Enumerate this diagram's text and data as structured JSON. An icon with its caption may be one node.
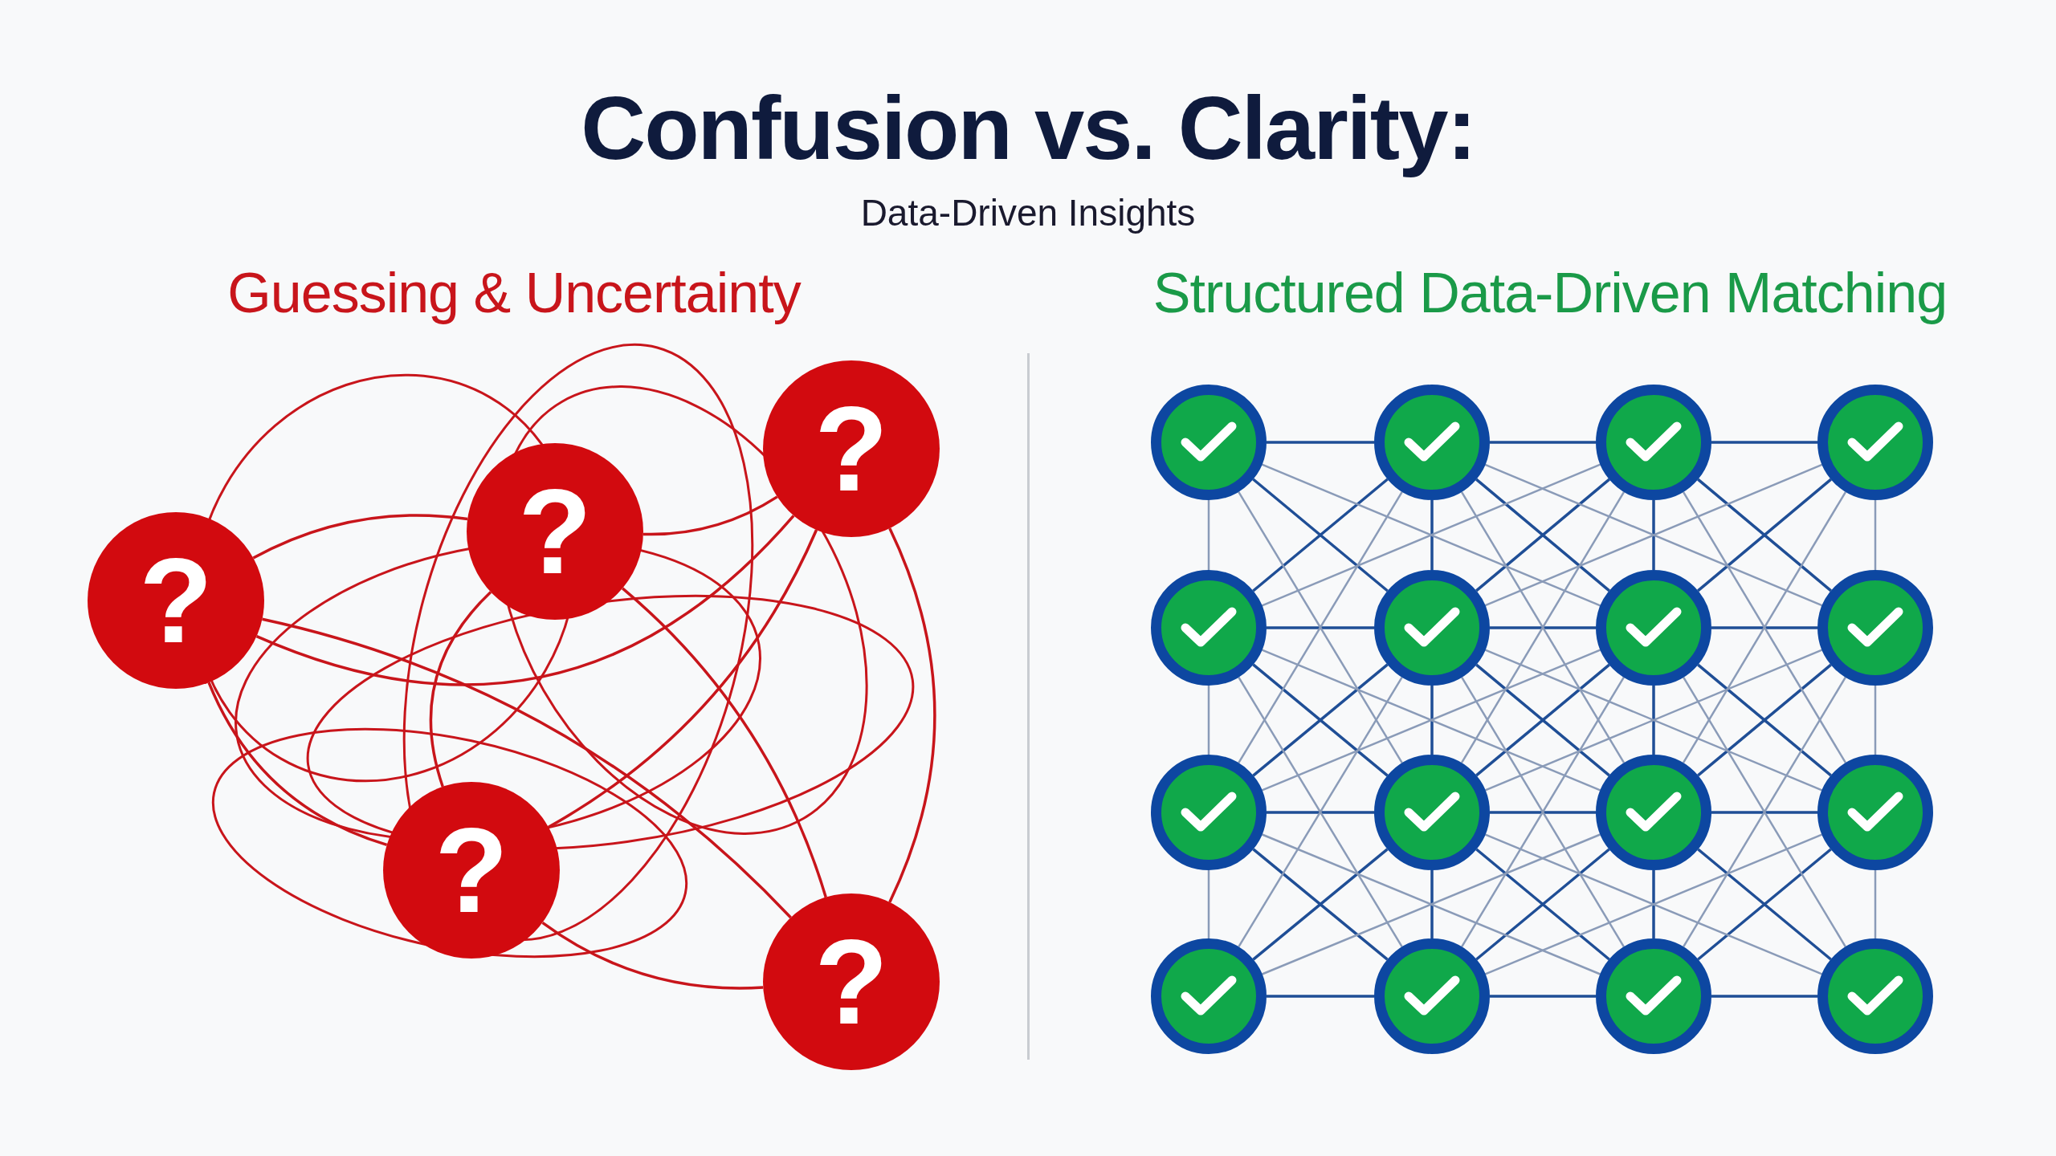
{
  "diagram": {
    "title": "Confusion vs. Clarity:",
    "labels": [
      "Data-Driven Insights",
      "Guessing & Uncertainty",
      "Structured Data-Driven Matching"
    ],
    "nodes": [
      {
        "text": [
          "?"
        ]
      },
      {
        "text": [
          "?"
        ]
      },
      {
        "text": [
          "?"
        ]
      },
      {
        "text": [
          "?"
        ]
      },
      {
        "text": [
          "?"
        ]
      },
      {
        "text": [],
        "shape": "circle"
      },
      {
        "text": [],
        "shape": "circle"
      },
      {
        "text": [],
        "shape": "circle"
      },
      {
        "text": [],
        "shape": "circle"
      },
      {
        "text": [],
        "shape": "circle"
      },
      {
        "text": [],
        "shape": "circle"
      },
      {
        "text": [],
        "shape": "circle"
      },
      {
        "text": [],
        "shape": "circle"
      },
      {
        "text": [],
        "shape": "circle"
      },
      {
        "text": [],
        "shape": "circle"
      },
      {
        "text": [],
        "shape": "circle"
      },
      {
        "text": [],
        "shape": "circle"
      },
      {
        "text": [],
        "shape": "circle"
      },
      {
        "text": [],
        "shape": "circle"
      },
      {
        "text": [],
        "shape": "circle"
      },
      {
        "text": [],
        "shape": "circle"
      }
    ],
    "edges": [
      {
        "from": 0,
        "to": 1,
        "arrow": "none",
        "color": "#c8151b"
      },
      {
        "from": 0,
        "to": 3,
        "arrow": "none",
        "color": "#c8151b"
      },
      {
        "from": 0,
        "to": 4,
        "arrow": "none",
        "color": "#c8151b"
      },
      {
        "from": 1,
        "to": 2,
        "arrow": "none",
        "color": "#c8151b"
      },
      {
        "from": 1,
        "to": 3,
        "arrow": "none",
        "color": "#c8151b"
      },
      {
        "from": 1,
        "to": 4,
        "arrow": "none",
        "color": "#c8151b"
      },
      {
        "from": 2,
        "to": 3,
        "arrow": "none",
        "color": "#c8151b"
      },
      {
        "from": 2,
        "to": 4,
        "arrow": "none",
        "color": "#c8151b"
      },
      {
        "from": 3,
        "to": 4,
        "arrow": "none",
        "color": "#c8151b"
      },
      {
        "from": 0,
        "to": 2,
        "arrow": "none",
        "color": "#c8151b"
      },
      {
        "from": 5,
        "to": 6,
        "arrow": "none"
      },
      {
        "from": 6,
        "to": 7,
        "arrow": "none"
      },
      {
        "from": 7,
        "to": 8,
        "arrow": "none"
      },
      {
        "from": 9,
        "to": 10,
        "arrow": "none"
      },
      {
        "from": 10,
        "to": 11,
        "arrow": "none"
      },
      {
        "from": 11,
        "to": 12,
        "arrow": "none"
      },
      {
        "from": 13,
        "to": 14,
        "arrow": "none"
      },
      {
        "from": 14,
        "to": 15,
        "arrow": "none"
      },
      {
        "from": 15,
        "to": 16,
        "arrow": "none"
      },
      {
        "from": 17,
        "to": 18,
        "arrow": "none"
      },
      {
        "from": 18,
        "to": 19,
        "arrow": "none"
      },
      {
        "from": 19,
        "to": 20,
        "arrow": "none"
      },
      {
        "from": 5,
        "to": 9,
        "arrow": "none",
        "color": "#8a9bb8"
      },
      {
        "from": 6,
        "to": 10,
        "arrow": "none"
      },
      {
        "from": 7,
        "to": 11,
        "arrow": "none"
      },
      {
        "from": 8,
        "to": 12,
        "arrow": "none",
        "color": "#8a9bb8"
      },
      {
        "from": 9,
        "to": 13,
        "arrow": "none",
        "color": "#8a9bb8"
      },
      {
        "from": 10,
        "to": 14,
        "arrow": "none"
      },
      {
        "from": 11,
        "to": 15,
        "arrow": "none"
      },
      {
        "from": 12,
        "to": 16,
        "arrow": "none",
        "color": "#8a9bb8"
      },
      {
        "from": 13,
        "to": 17,
        "arrow": "none",
        "color": "#8a9bb8"
      },
      {
        "from": 14,
        "to": 18,
        "arrow": "none"
      },
      {
        "from": 15,
        "to": 19,
        "arrow": "none"
      },
      {
        "from": 16,
        "to": 20,
        "arrow": "none",
        "color": "#8a9bb8"
      },
      {
        "from": 5,
        "to": 10,
        "arrow": "none"
      },
      {
        "from": 6,
        "to": 11,
        "arrow": "none"
      },
      {
        "from": 7,
        "to": 12,
        "arrow": "none"
      },
      {
        "from": 9,
        "to": 14,
        "arrow": "none"
      },
      {
        "from": 10,
        "to": 15,
        "arrow": "none"
      },
      {
        "from": 11,
        "to": 16,
        "arrow": "none"
      },
      {
        "from": 13,
        "to": 18,
        "arrow": "none"
      },
      {
        "from": 14,
        "to": 19,
        "arrow": "none"
      },
      {
        "from": 15,
        "to": 20,
        "arrow": "none"
      },
      {
        "from": 6,
        "to": 9,
        "arrow": "none"
      },
      {
        "from": 7,
        "to": 10,
        "arrow": "none"
      },
      {
        "from": 8,
        "to": 11,
        "arrow": "none"
      },
      {
        "from": 10,
        "to": 13,
        "arrow": "none"
      },
      {
        "from": 11,
        "to": 14,
        "arrow": "none"
      },
      {
        "from": 12,
        "to": 15,
        "arrow": "none"
      },
      {
        "from": 14,
        "to": 17,
        "arrow": "none"
      },
      {
        "from": 15,
        "to": 18,
        "arrow": "none"
      },
      {
        "from": 16,
        "to": 19,
        "arrow": "none"
      },
      {
        "from": 5,
        "to": 11,
        "arrow": "none",
        "color": "#8a9bb8"
      },
      {
        "from": 6,
        "to": 12,
        "arrow": "none",
        "color": "#8a9bb8"
      },
      {
        "from": 9,
        "to": 15,
        "arrow": "none",
        "color": "#8a9bb8"
      },
      {
        "from": 10,
        "to": 16,
        "arrow": "none",
        "color": "#8a9bb8"
      },
      {
        "from": 13,
        "to": 19,
        "arrow": "none",
        "color": "#8a9bb8"
      },
      {
        "from": 14,
        "to": 20,
        "arrow": "none",
        "color": "#8a9bb8"
      },
      {
        "from": 7,
        "to": 9,
        "arrow": "none",
        "color": "#8a9bb8"
      },
      {
        "from": 8,
        "to": 10,
        "arrow": "none",
        "color": "#8a9bb8"
      },
      {
        "from": 11,
        "to": 13,
        "arrow": "none",
        "color": "#8a9bb8"
      },
      {
        "from": 12,
        "to": 14,
        "arrow": "none",
        "color": "#8a9bb8"
      },
      {
        "from": 15,
        "to": 17,
        "arrow": "none",
        "color": "#8a9bb8"
      },
      {
        "from": 16,
        "to": 18,
        "arrow": "none",
        "color": "#8a9bb8"
      },
      {
        "from": 5,
        "to": 14,
        "arrow": "none",
        "color": "#8a9bb8"
      },
      {
        "from": 6,
        "to": 15,
        "arrow": "none",
        "color": "#8a9bb8"
      },
      {
        "from": 7,
        "to": 16,
        "arrow": "none",
        "color": "#8a9bb8"
      },
      {
        "from": 9,
        "to": 18,
        "arrow": "none",
        "color": "#8a9bb8"
      },
      {
        "from": 10,
        "to": 19,
        "arrow": "none",
        "color": "#8a9bb8"
      },
      {
        "from": 11,
        "to": 20,
        "arrow": "none",
        "color": "#8a9bb8"
      },
      {
        "from": 6,
        "to": 13,
        "arrow": "none",
        "color": "#8a9bb8"
      },
      {
        "from": 7,
        "to": 14,
        "arrow": "none",
        "color": "#8a9bb8"
      },
      {
        "from": 8,
        "to": 15,
        "arrow": "none",
        "color": "#8a9bb8"
      },
      {
        "from": 10,
        "to": 17,
        "arrow": "none",
        "color": "#8a9bb8"
      },
      {
        "from": 11,
        "to": 18,
        "arrow": "none",
        "color": "#8a9bb8"
      },
      {
        "from": 12,
        "to": 19,
        "arrow": "none",
        "color": "#8a9bb8"
      }
    ]
  }
}
